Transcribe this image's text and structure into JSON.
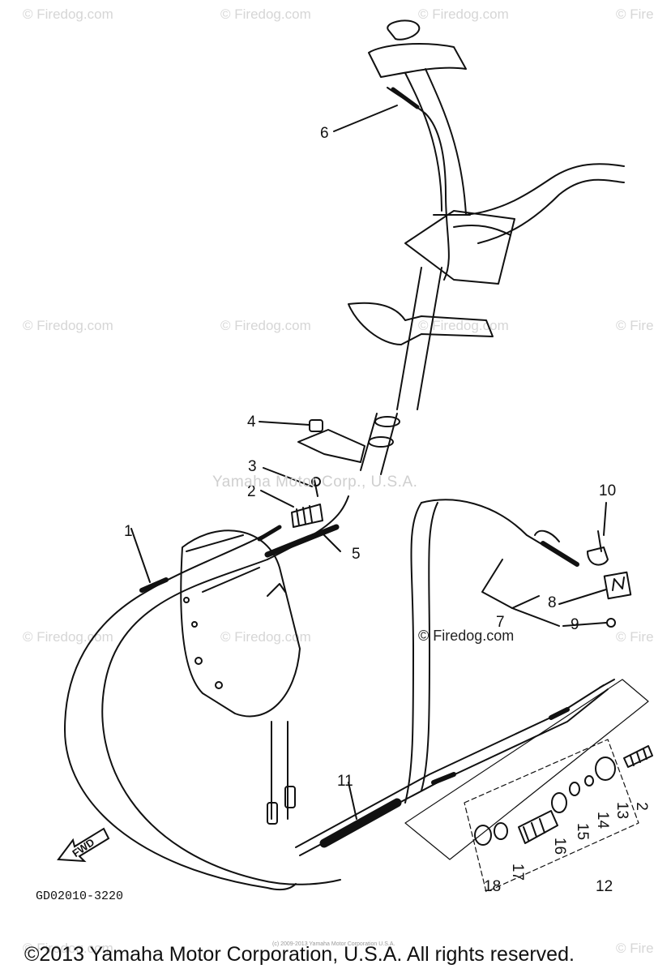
{
  "watermarks": {
    "firedog": "© Firedog.com",
    "firedog_partial": "© Fire",
    "center": "Yamaha Motor Corp., U.S.A.",
    "inline": "© Firedog.com"
  },
  "callouts": [
    "1",
    "2",
    "3",
    "4",
    "5",
    "6",
    "7",
    "8",
    "9",
    "10",
    "11",
    "12",
    "13",
    "14",
    "15",
    "16",
    "17",
    "18",
    "2"
  ],
  "fwd_label": "FWD",
  "diagram_code": "GD02010-3220",
  "copyright": "©2013 Yamaha Motor Corporation, U.S.A. All rights reserved.",
  "copyright_small": "(c) 2009-2013 Yamaha Motor Corporation U.S.A."
}
